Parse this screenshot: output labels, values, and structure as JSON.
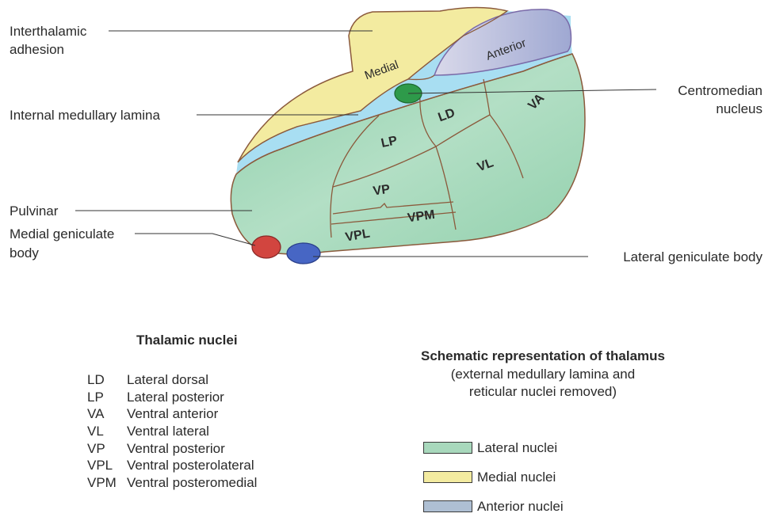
{
  "diagram": {
    "labels": {
      "interthalamic_1": "Interthalamic",
      "interthalamic_2": "adhesion",
      "internal_lamina": "Internal medullary lamina",
      "pulvinar": "Pulvinar",
      "medial_gen_1": "Medial geniculate",
      "medial_gen_2": "body",
      "centromedian_1": "Centromedian",
      "centromedian_2": "nucleus",
      "lateral_gen": "Lateral geniculate body"
    },
    "regions": {
      "medial": "Medial",
      "anterior": "Anterior",
      "LD": "LD",
      "VA": "VA",
      "LP": "LP",
      "VL": "VL",
      "VP": "VP",
      "VPM": "VPM",
      "VPL": "VPL"
    }
  },
  "abbreviations": {
    "title": "Thalamic nuclei",
    "items": [
      {
        "code": "LD",
        "name": "Lateral dorsal"
      },
      {
        "code": "LP",
        "name": "Lateral posterior"
      },
      {
        "code": "VA",
        "name": "Ventral anterior"
      },
      {
        "code": "VL",
        "name": "Ventral lateral"
      },
      {
        "code": "VP",
        "name": "Ventral posterior"
      },
      {
        "code": "VPL",
        "name": "Ventral posterolateral"
      },
      {
        "code": "VPM",
        "name": "Ventral posteromedial"
      }
    ]
  },
  "legend": {
    "title": "Schematic representation of thalamus",
    "subtitle_1": "(external medullary lamina and",
    "subtitle_2": "reticular nuclei removed)",
    "items": [
      {
        "label": "Lateral nuclei",
        "color": "#a8d8bc"
      },
      {
        "label": "Medial nuclei",
        "color": "#f3eba0"
      },
      {
        "label": "Anterior nuclei",
        "color": "#aebfd3"
      }
    ]
  },
  "colors": {
    "lateral": "#a8d8bc",
    "medial": "#f3eba0",
    "anterior": "#b9b8d8",
    "lamina": "#a8def2",
    "outline": "#8b5a3c",
    "centromedian": "#2e9a4a",
    "medial_geniculate": "#d2453f",
    "lateral_geniculate": "#4766c4"
  }
}
